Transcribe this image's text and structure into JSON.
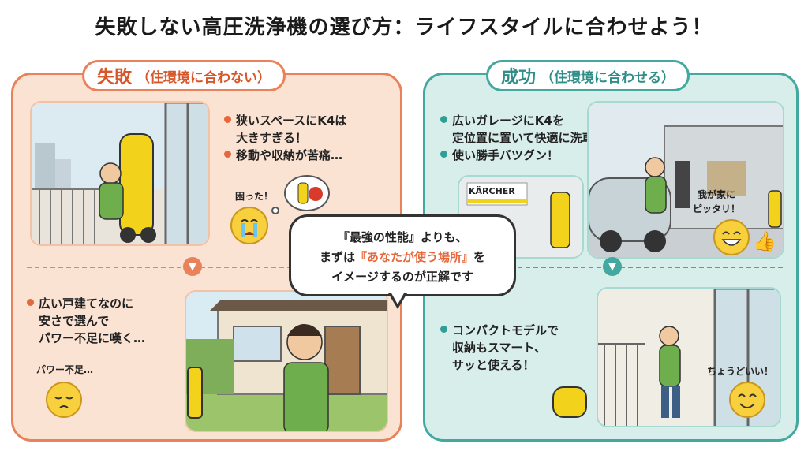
{
  "title": "失敗しない高圧洗浄機の選び方：ライフスタイルに合わせよう！",
  "fail": {
    "heading": "失敗",
    "subheading": "（住環境に合わない）",
    "case1": {
      "line1": "狭いスペースにK4は",
      "line2": "大きすぎる！",
      "line3": "移動や収納が苦痛…",
      "bubble": "困った！"
    },
    "case2": {
      "line1": "広い戸建てなのに",
      "line2": "安さで選んで",
      "line3": "パワー不足に嘆く…",
      "bubble": "パワー不足…"
    }
  },
  "success": {
    "heading": "成功",
    "subheading": "（住環境に合わせる）",
    "case1": {
      "line1": "広いガレージにK4を",
      "line2": "定位置に置いて快適に洗車！",
      "line3": "使い勝手バツグン！",
      "brand": "KÄRCHER",
      "bubble_line1": "我が家に",
      "bubble_line2": "ピッタリ！"
    },
    "case2": {
      "line1": "コンパクトモデルで",
      "line2": "収納もスマート、",
      "line3": "サッと使える！",
      "bubble": "ちょうどいい！"
    }
  },
  "speech": {
    "line1": "『最強の性能』よりも、",
    "line2_pre": "まずは",
    "line2_hl": "『あなたが使う場所』",
    "line2_post": "を",
    "line3": "イメージするのが正解です"
  },
  "colors": {
    "fail_accent": "#e9825a",
    "success_accent": "#43a8a0",
    "highlight": "#e8663a"
  }
}
